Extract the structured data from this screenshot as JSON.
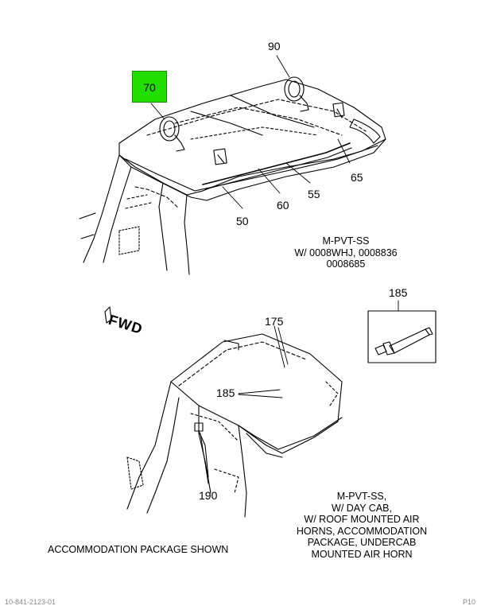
{
  "callouts": {
    "c70": "70",
    "c90": "90",
    "c65": "65",
    "c55": "55",
    "c60": "60",
    "c50": "50",
    "c185_tube": "185",
    "c175": "175",
    "c185_roof": "185",
    "c190": "190"
  },
  "captions": {
    "top_right": [
      "M-PVT-SS",
      "W/ 0008WHJ, 0008836",
      "0008685"
    ],
    "bottom_right": [
      "M-PVT-SS,",
      "W/ DAY CAB,",
      "W/ ROOF MOUNTED AIR",
      "HORNS, ACCOMMODATION",
      "PACKAGE, UNDERCAB",
      "MOUNTED AIR HORN"
    ],
    "bottom_left": "ACCOMMODATION PACKAGE SHOWN"
  },
  "direction_marker": "FWD",
  "footer": {
    "left": "10-841-2123-01",
    "right": "P10"
  },
  "colors": {
    "highlight_fill": "#22dd00",
    "line": "#000000"
  }
}
